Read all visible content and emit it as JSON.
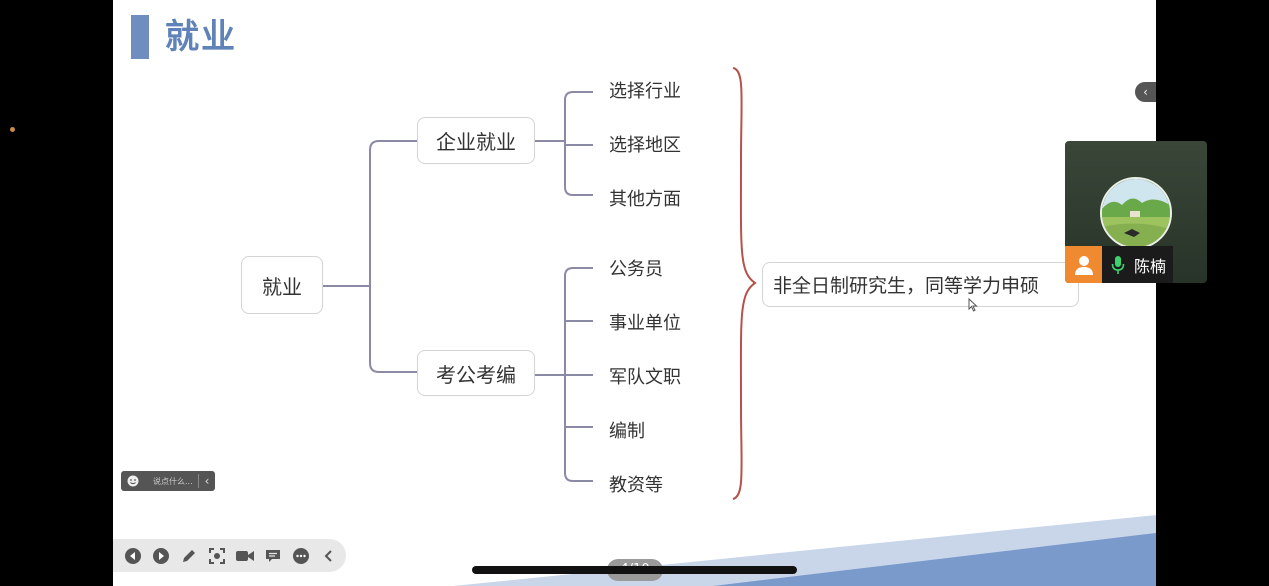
{
  "slide": {
    "title": "就业",
    "root": "就业",
    "branches": [
      {
        "label": "企业就业",
        "leaves": [
          "选择行业",
          "选择地区",
          "其他方面"
        ]
      },
      {
        "label": "考公考编",
        "leaves": [
          "公务员",
          "事业单位",
          "军队文职",
          "编制",
          "教资等"
        ]
      }
    ],
    "note": "非全日制研究生，同等学力申硕"
  },
  "chat": {
    "placeholder": "说点什么..."
  },
  "participant": {
    "name": "陈楠"
  },
  "pager": {
    "text": "4/10"
  },
  "colors": {
    "accent": "#5f82b8",
    "line": "#8a8aa6",
    "brace": "#b5524a",
    "orange": "#f08a30",
    "mic": "#3dd26e"
  }
}
